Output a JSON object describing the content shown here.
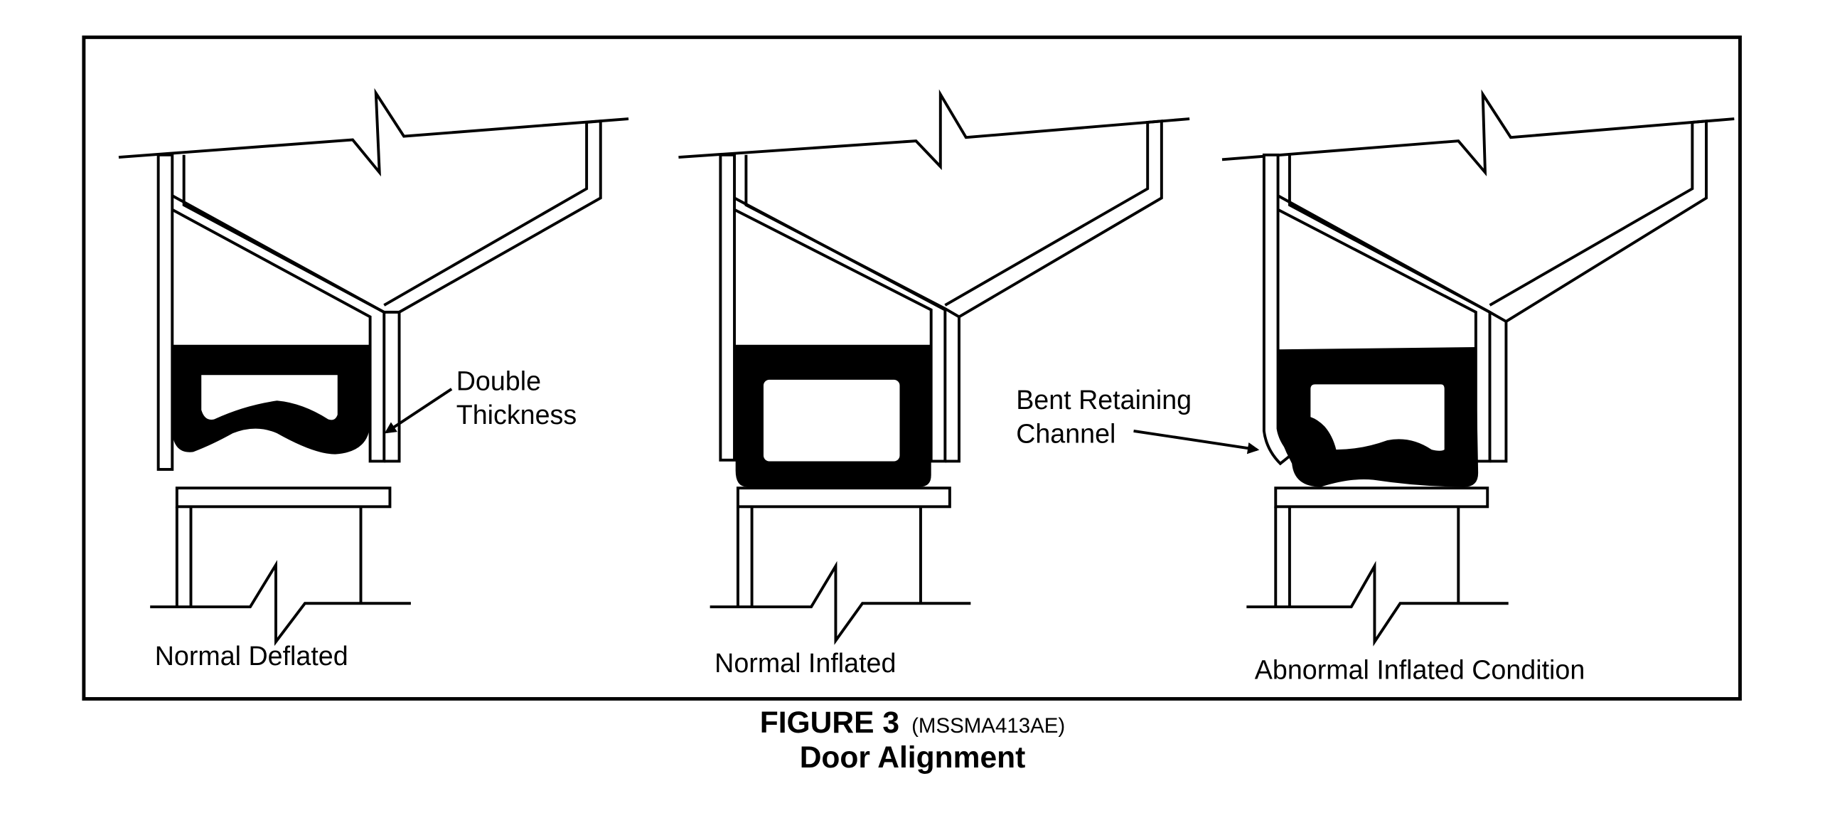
{
  "figure": {
    "number_label": "FIGURE 3",
    "code": "(MSSMA413AE)",
    "title": "Door Alignment"
  },
  "panels": [
    {
      "caption": "Normal Deflated",
      "callout": {
        "lines": [
          "Double",
          "Thickness"
        ]
      }
    },
    {
      "caption": "Normal Inflated"
    },
    {
      "caption": "Abnormal Inflated Condition",
      "callout": {
        "lines": [
          "Bent Retaining",
          "Channel"
        ]
      }
    }
  ],
  "colors": {
    "ink": "#000000",
    "paper": "#ffffff"
  }
}
